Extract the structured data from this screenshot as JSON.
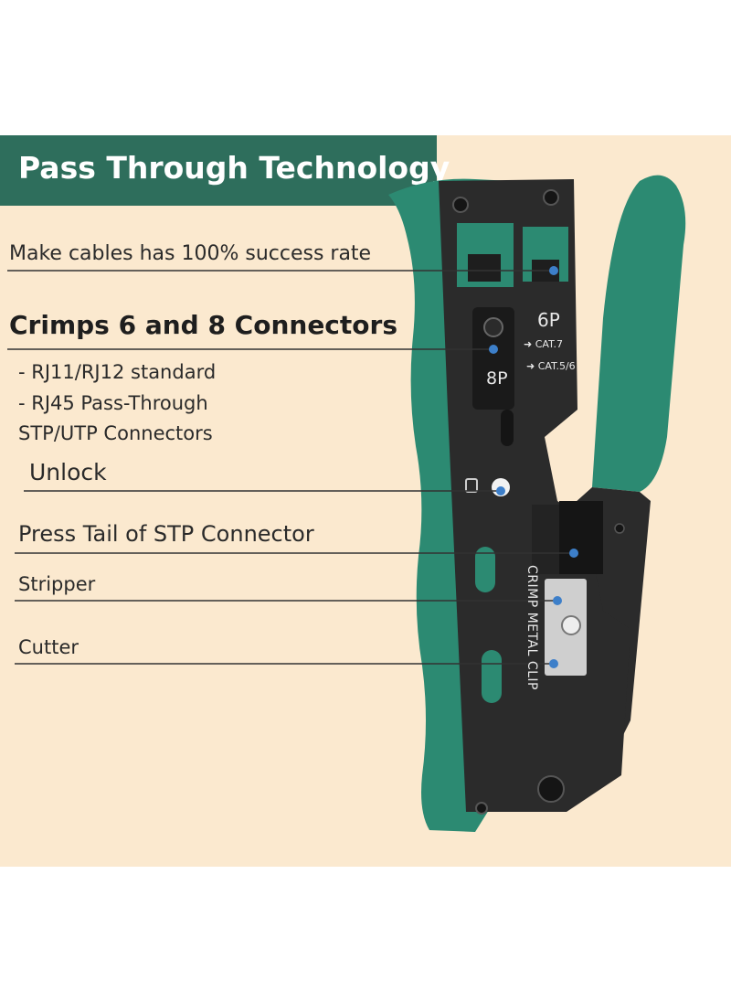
{
  "banner": {
    "title": "Pass Through Technology"
  },
  "callouts": {
    "success_rate": "Make cables has 100% success rate",
    "crimps_heading": "Crimps 6 and 8 Connectors",
    "rj11": "- RJ11/RJ12 standard",
    "rj45": "- RJ45 Pass-Through",
    "stp_utp": "STP/UTP Connectors",
    "unlock": "Unlock",
    "press_tail": "Press Tail of STP Connector",
    "stripper": "Stripper",
    "cutter": "Cutter"
  },
  "tool_markings": {
    "six_p": "6P",
    "eight_p": "8P",
    "cat7": "➜ CAT.7",
    "cat56": "➜ CAT.5/6",
    "crimp_clip": "CRIMP METAL CLIP"
  },
  "colors": {
    "background": "#fbe9cf",
    "banner": "#2e6e5c",
    "handle_green": "#2c8a72",
    "plate_black": "#2b2b2b",
    "dot_blue": "#3d7fc9"
  }
}
